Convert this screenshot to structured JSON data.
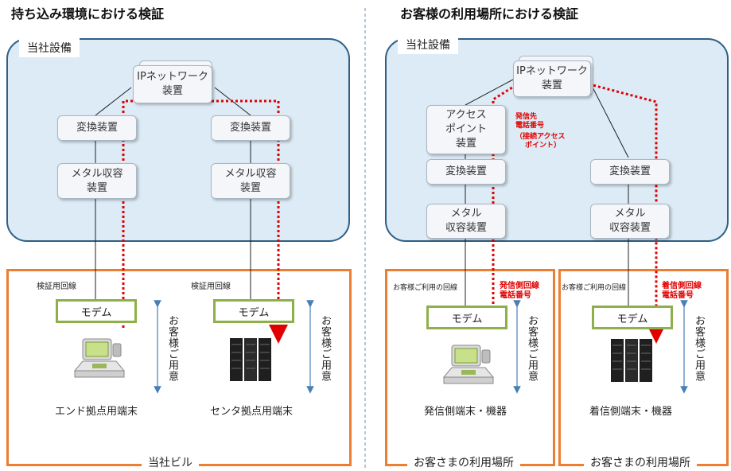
{
  "left": {
    "title": "持ち込み環境における検証",
    "facility_label": "当社設備",
    "ip_network_1": "IPネットワーク",
    "ip_network_2": "装置",
    "converter_a": "変換装置",
    "converter_b": "変換装置",
    "metal_a_1": "メタル収容",
    "metal_a_2": "装置",
    "metal_b_1": "メタル収容",
    "metal_b_2": "装置",
    "line_label_a": "検証用回線",
    "line_label_b": "検証用回線",
    "modem_a": "モデム",
    "modem_b": "モデム",
    "customer_prepared_a": "お客様ご用意",
    "customer_prepared_b": "お客様ご用意",
    "device_a": "エンド拠点用端末",
    "device_b": "センタ拠点用端末",
    "building_label": "当社ビル"
  },
  "right": {
    "title": "お客様の利用場所における検証",
    "facility_label": "当社設備",
    "ip_network_1": "IPネットワーク",
    "ip_network_2": "装置",
    "access_point_1": "アクセス",
    "access_point_2": "ポイント",
    "access_point_3": "装置",
    "callee_note_1": "発信先",
    "callee_note_2": "電話番号",
    "callee_note_3": "（接続アクセス",
    "callee_note_4": "ポイント）",
    "converter_a": "変換装置",
    "converter_b": "変換装置",
    "metal_a_1": "メタル",
    "metal_a_2": "収容装置",
    "metal_b_1": "メタル",
    "metal_b_2": "収容装置",
    "line_label_a": "お客様ご利用の回線",
    "line_label_b": "お客様ご利用の回線",
    "caller_line_1": "発信側回線",
    "caller_line_2": "電話番号",
    "receiver_line_1": "着信側回線",
    "receiver_line_2": "電話番号",
    "modem_a": "モデム",
    "modem_b": "モデム",
    "customer_prepared_a": "お客様ご用意",
    "customer_prepared_b": "お客様ご用意",
    "device_a": "発信側端末・機器",
    "device_b": "着信側端末・機器",
    "site_label_a": "お客さまの利用場所",
    "site_label_b": "お客さまの利用場所"
  },
  "colors": {
    "cloud_fill": "#dcebf5",
    "cloud_border": "#2e5f86",
    "site_border": "#ed7d31",
    "modem_border": "#8db04a",
    "path_red": "#e00000"
  },
  "icons": {
    "end_terminal": "pos-terminal-icon",
    "center_terminal": "server-rack-icon"
  }
}
